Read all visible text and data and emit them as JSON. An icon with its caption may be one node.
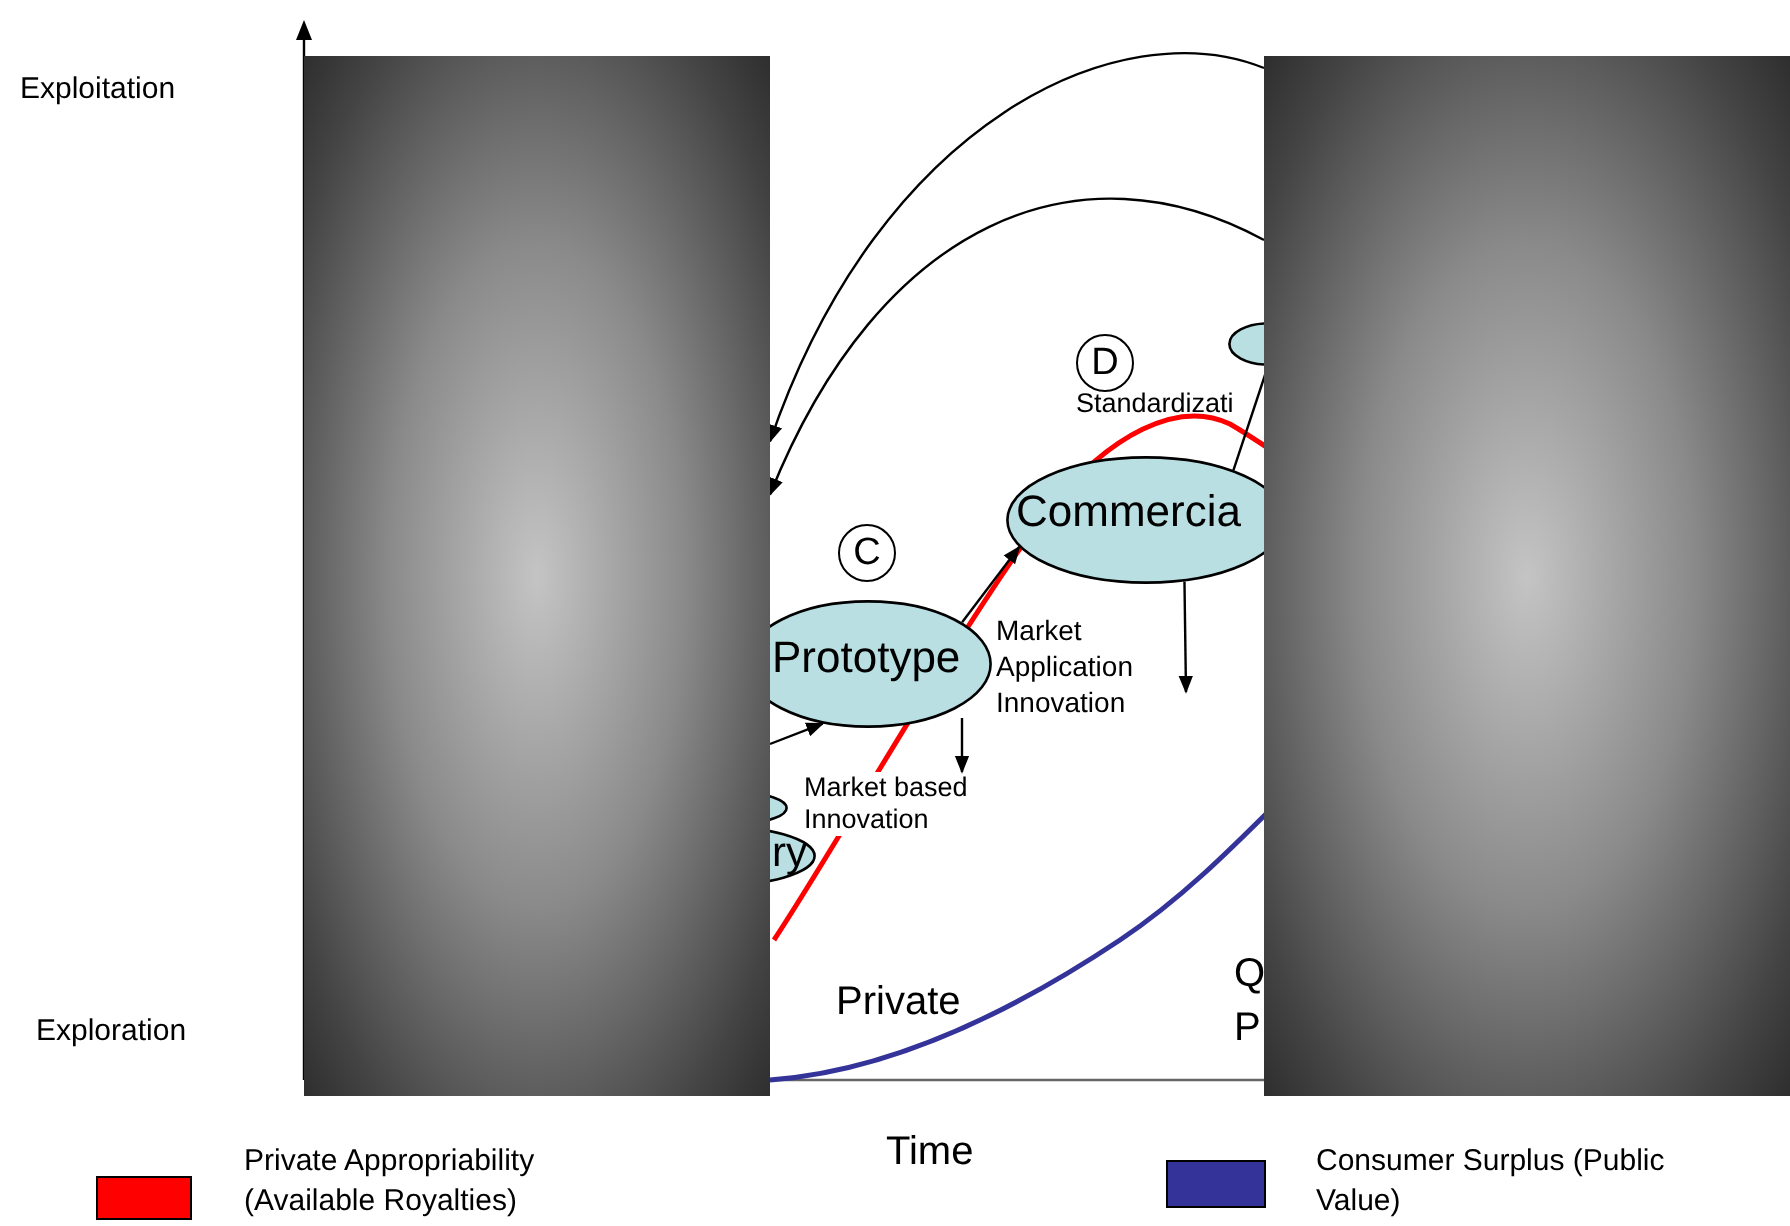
{
  "diagram": {
    "nodes": [
      {
        "text": [],
        "shape": "ellipse"
      },
      {
        "text": [
          "D"
        ]
      },
      {
        "text": [
          "Commercia"
        ]
      },
      {
        "text": [
          "C"
        ]
      },
      {
        "text": [
          "Prototype"
        ]
      },
      {
        "text": [
          "Market based Innovation"
        ]
      },
      {
        "text": [],
        "shape": "ellipse"
      },
      {
        "text": [
          "ry"
        ]
      },
      {
        "text": [],
        "shape": "box"
      },
      {
        "text": [],
        "shape": "box"
      }
    ],
    "edges": [
      {
        "from": 8,
        "to": 4,
        "arrow": "to"
      },
      {
        "from": 4,
        "to": 2,
        "arrow": "to"
      },
      {
        "from": 2,
        "to": 0,
        "arrow": "none"
      },
      {
        "from": 4,
        "to": 5,
        "arrow": "to"
      },
      {
        "from": 2,
        "to": null,
        "arrow": "to"
      },
      {
        "from": 9,
        "to": 8,
        "arrow": "to"
      },
      {
        "from": 9,
        "to": 8,
        "arrow": "to"
      }
    ],
    "labels": [
      "Exploitation",
      "Standardizati",
      "Market Application Innovation",
      "Private",
      "Q",
      "P",
      "Exploration",
      "Time"
    ],
    "legend": [
      {
        "text": "Private Appropriability (Available Royalties)",
        "color": "#ff0000"
      },
      {
        "text": "Consumer Surplus (Public Value)",
        "color": "#333399"
      }
    ]
  }
}
